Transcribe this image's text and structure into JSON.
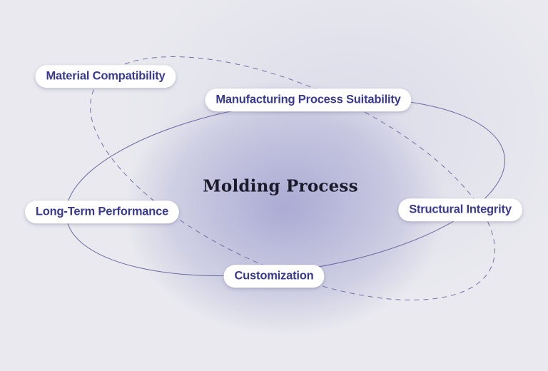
{
  "diagram": {
    "title": "Molding Process",
    "nodes": [
      {
        "label": "Material Compatibility"
      },
      {
        "label": "Manufacturing Process Suitability"
      },
      {
        "label": "Long-Term Performance"
      },
      {
        "label": "Structural Integrity"
      },
      {
        "label": "Customization"
      }
    ],
    "orbit_styles": [
      "solid",
      "dashed"
    ]
  },
  "colors": {
    "background": "#e9e9ef",
    "center_glow": "#8c8cc6",
    "pill_background": "#ffffff",
    "pill_text": "#3a3a90",
    "title_text": "#1a1a2b",
    "orbit_stroke": "#6a6aa0"
  }
}
